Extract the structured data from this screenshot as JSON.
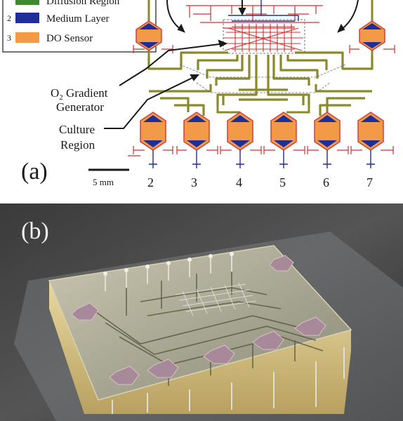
{
  "panel_a": {
    "label": "(a)",
    "legend": [
      {
        "num": "",
        "label": "Diffusion Region",
        "color": "#3f8a2e"
      },
      {
        "num": "2",
        "label": "Medium Layer",
        "color": "#1f2e9c"
      },
      {
        "num": "3",
        "label": "DO Sensor",
        "color": "#f29a48"
      }
    ],
    "annotations": {
      "o2_line1": "O",
      "o2_sub": "2",
      "o2_rest": " Gradient",
      "o2_line2": "Generator",
      "culture_line1": "Culture",
      "culture_line2": "Region"
    },
    "scale_bar": "5 mm",
    "port_numbers": [
      "2",
      "3",
      "4",
      "5",
      "6",
      "7"
    ],
    "colors": {
      "diffusion": "#8a8a2a",
      "medium": "#1f2e9c",
      "sensor": "#f29a48",
      "sensor_outline": "#d04040",
      "gas": "#d03030"
    }
  },
  "panel_b": {
    "label": "(b)"
  }
}
